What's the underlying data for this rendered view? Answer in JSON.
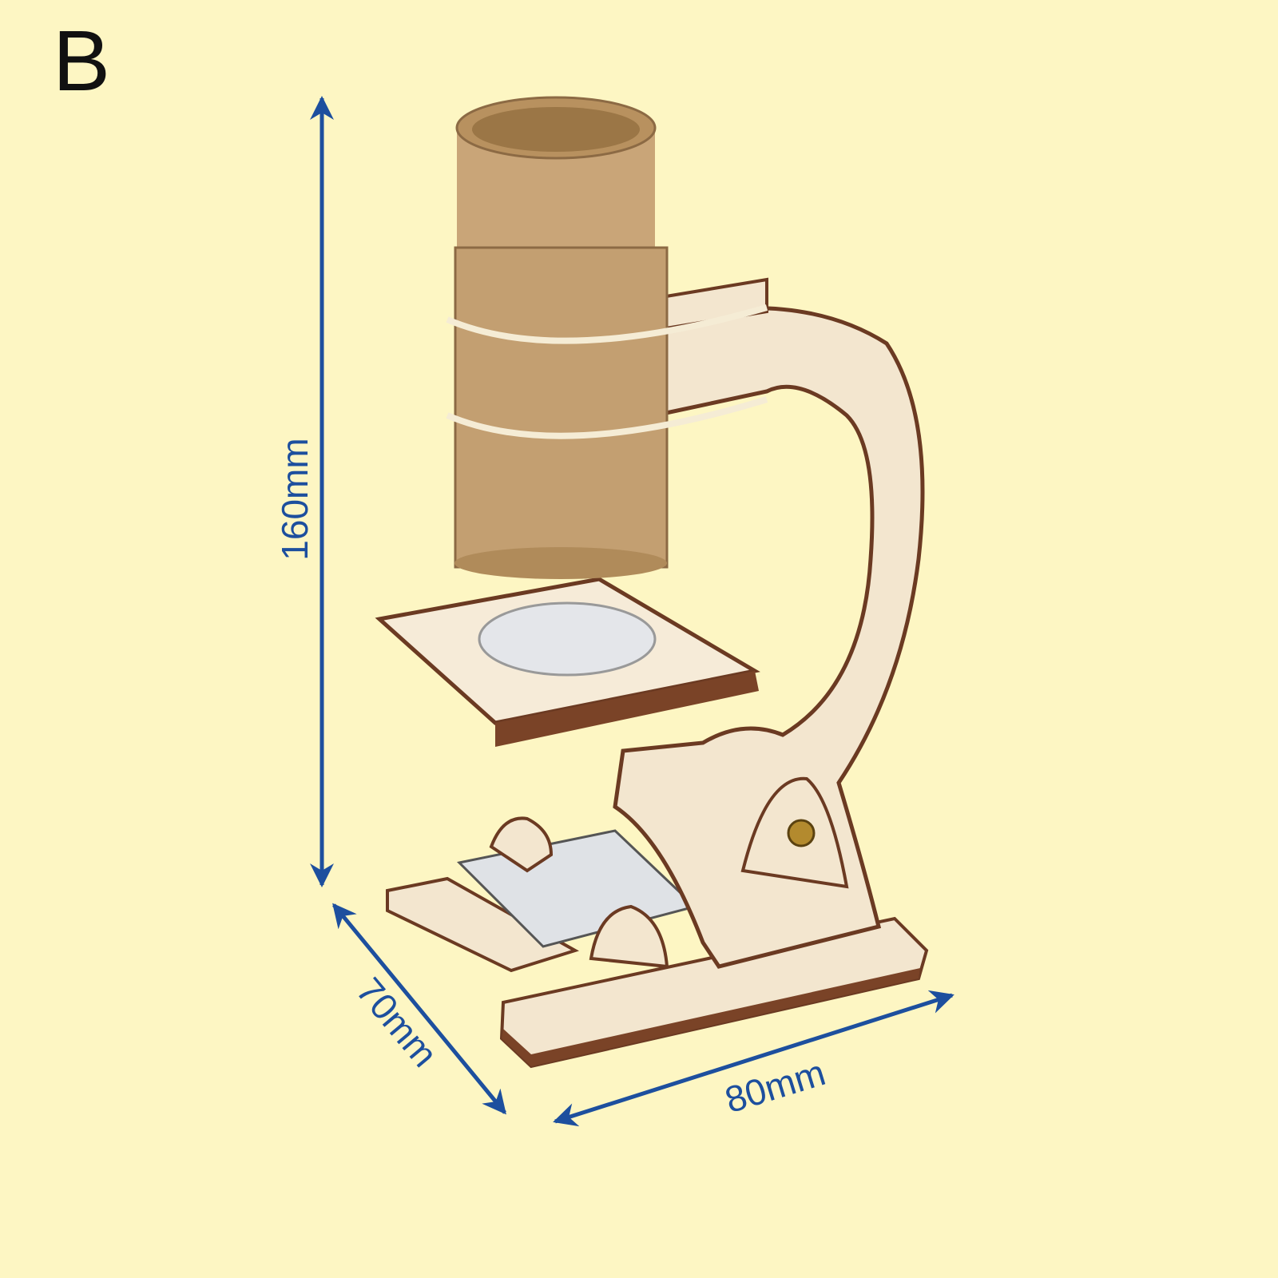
{
  "panel_label": "B",
  "dimensions": {
    "height": "160mm",
    "depth": "70mm",
    "width": "80mm"
  },
  "colors": {
    "background": "#fdf6c3",
    "arrow": "#1d4f9e",
    "wood": "#f3e6cf",
    "wood_edge": "#6b3a22",
    "cardboard": "#c9a578"
  }
}
